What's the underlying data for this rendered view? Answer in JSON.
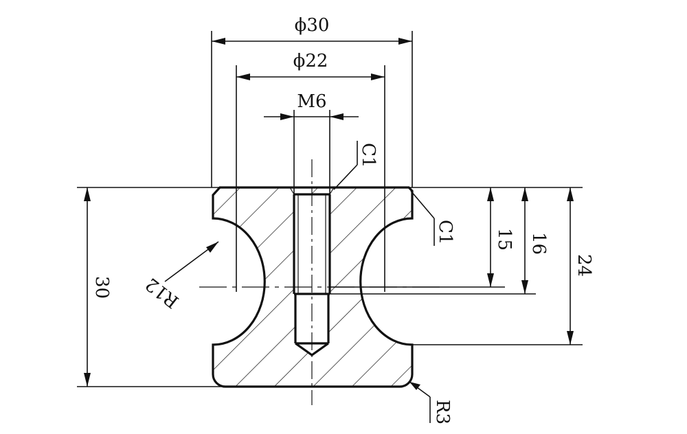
{
  "dimensions": {
    "outer_diameter": "ϕ30",
    "recess_diameter": "ϕ22",
    "thread": "M6",
    "chamfer_hole": "C1",
    "chamfer_edge": "C1",
    "depth_thread": "15",
    "depth_drill": "16",
    "height_recess": "24",
    "height_total": "30",
    "radius_groove": "R12",
    "radius_corner": "R3"
  }
}
